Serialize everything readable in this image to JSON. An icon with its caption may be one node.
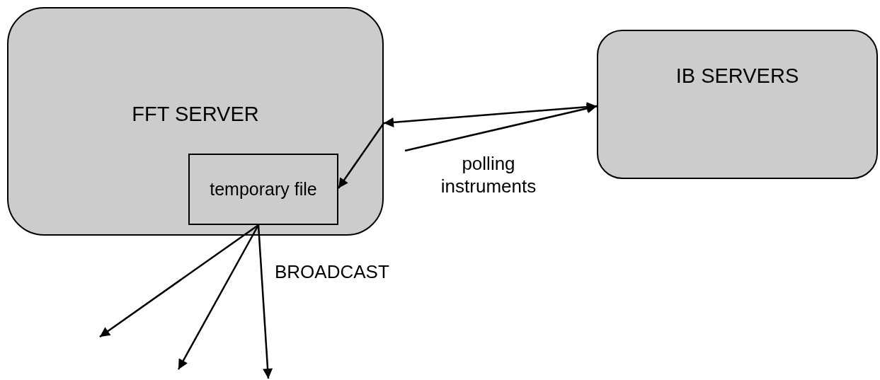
{
  "diagram": {
    "nodes": [
      {
        "text": [
          "FFT SERVER"
        ]
      },
      {
        "text": [
          "temporary file"
        ],
        "in": 0
      },
      {
        "text": [
          "IB SERVERS"
        ]
      }
    ],
    "edges": [
      {
        "from": 0,
        "to": 2,
        "arrow": "both"
      },
      {
        "from": null,
        "to": 2,
        "arrow": "to",
        "label": "polling instruments"
      },
      {
        "from": 0,
        "to": 1,
        "arrow": "to"
      },
      {
        "from": 1,
        "to": null,
        "arrow": "to"
      },
      {
        "from": 1,
        "to": null,
        "arrow": "to"
      },
      {
        "from": 1,
        "to": null,
        "arrow": "to",
        "label": "BROADCAST"
      }
    ]
  }
}
